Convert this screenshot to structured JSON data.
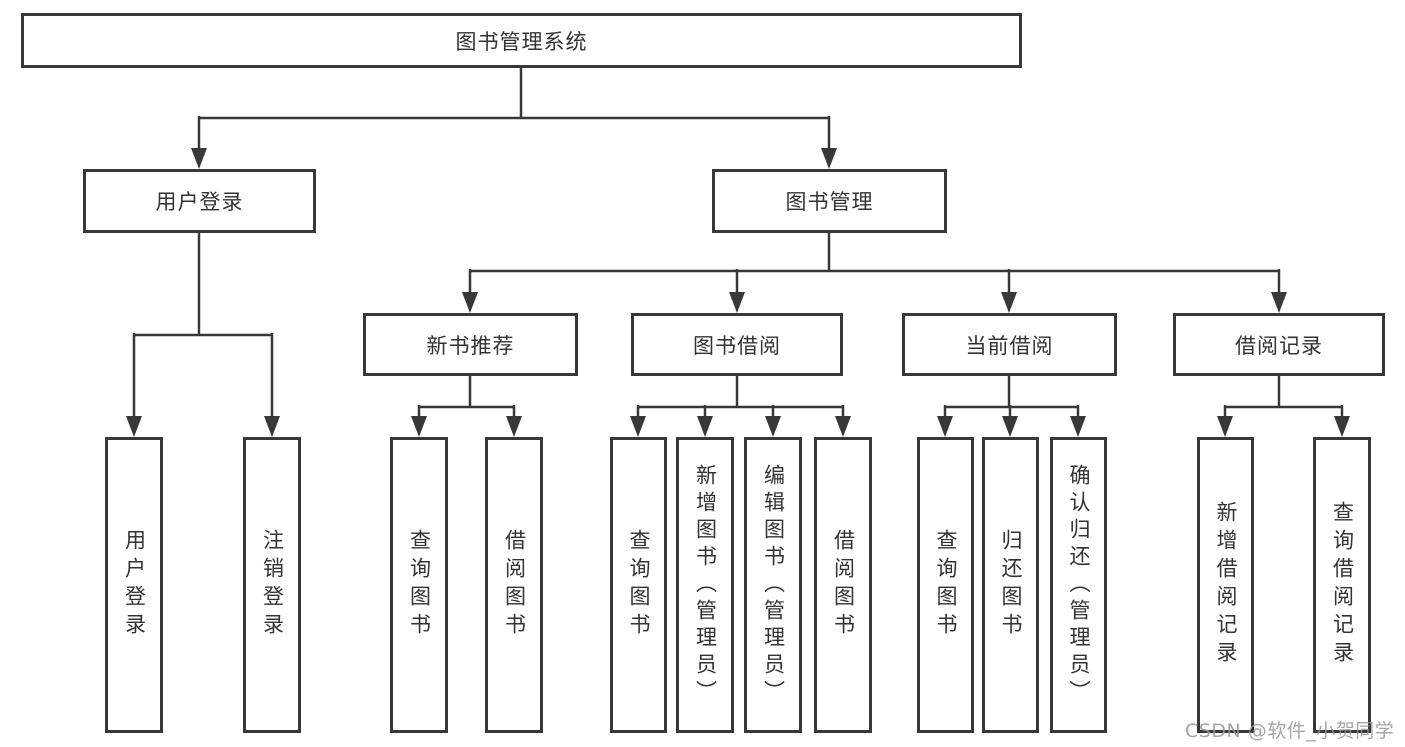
{
  "colors": {
    "line": "#383838",
    "text": "#333333",
    "watermark": "#969696",
    "background": "#ffffff"
  },
  "diagram": {
    "title": "图书管理系统",
    "level2": [
      {
        "id": "user-login",
        "label": "用户登录"
      },
      {
        "id": "book-management",
        "label": "图书管理"
      }
    ],
    "level3": [
      {
        "id": "new-book-recommendation",
        "label": "新书推荐"
      },
      {
        "id": "book-borrowing",
        "label": "图书借阅"
      },
      {
        "id": "current-borrowing",
        "label": "当前借阅"
      },
      {
        "id": "borrowing-records",
        "label": "借阅记录"
      }
    ],
    "leaves": [
      {
        "id": "user-login-action",
        "label": "用户登录"
      },
      {
        "id": "logout-action",
        "label": "注销登录"
      },
      {
        "id": "recommend-query-books",
        "label": "查询图书"
      },
      {
        "id": "recommend-borrow-books",
        "label": "借阅图书"
      },
      {
        "id": "borrow-query-books",
        "label": "查询图书"
      },
      {
        "id": "add-books-admin",
        "label": "新增图书（管理员）"
      },
      {
        "id": "edit-books-admin",
        "label": "编辑图书（管理员）"
      },
      {
        "id": "borrow-books",
        "label": "借阅图书"
      },
      {
        "id": "current-query-books",
        "label": "查询图书"
      },
      {
        "id": "return-books",
        "label": "归还图书"
      },
      {
        "id": "confirm-return-admin",
        "label": "确认归还（管理员）"
      },
      {
        "id": "add-borrow-record",
        "label": "新增借阅记录"
      },
      {
        "id": "query-borrow-record",
        "label": "查询借阅记录"
      }
    ],
    "watermark": "CSDN @软件_小贺同学"
  }
}
